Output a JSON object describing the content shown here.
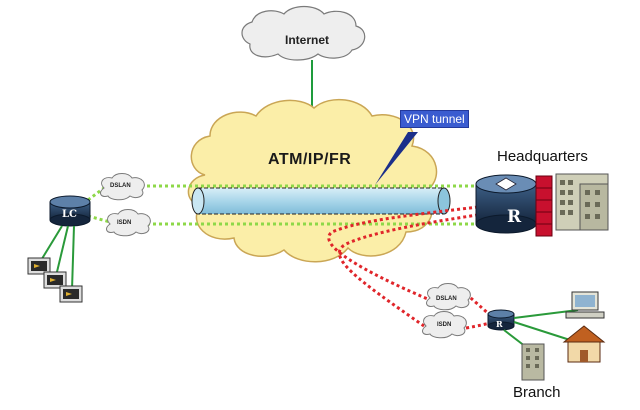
{
  "diagram": {
    "internet_label": "Internet",
    "core_label": "ATM/IP/FR",
    "vpn_tunnel_label": "VPN tunnel",
    "headquarters_label": "Headquarters",
    "branch_label": "Branch",
    "left_site": {
      "dslan_label": "DSLAN",
      "isdn_label": "ISDN",
      "router_letter": "LC"
    },
    "hq_router_letter": "R",
    "branch_site": {
      "dslan_label": "DSLAN",
      "isdn_label": "ISDN",
      "router_letter": "R"
    }
  }
}
